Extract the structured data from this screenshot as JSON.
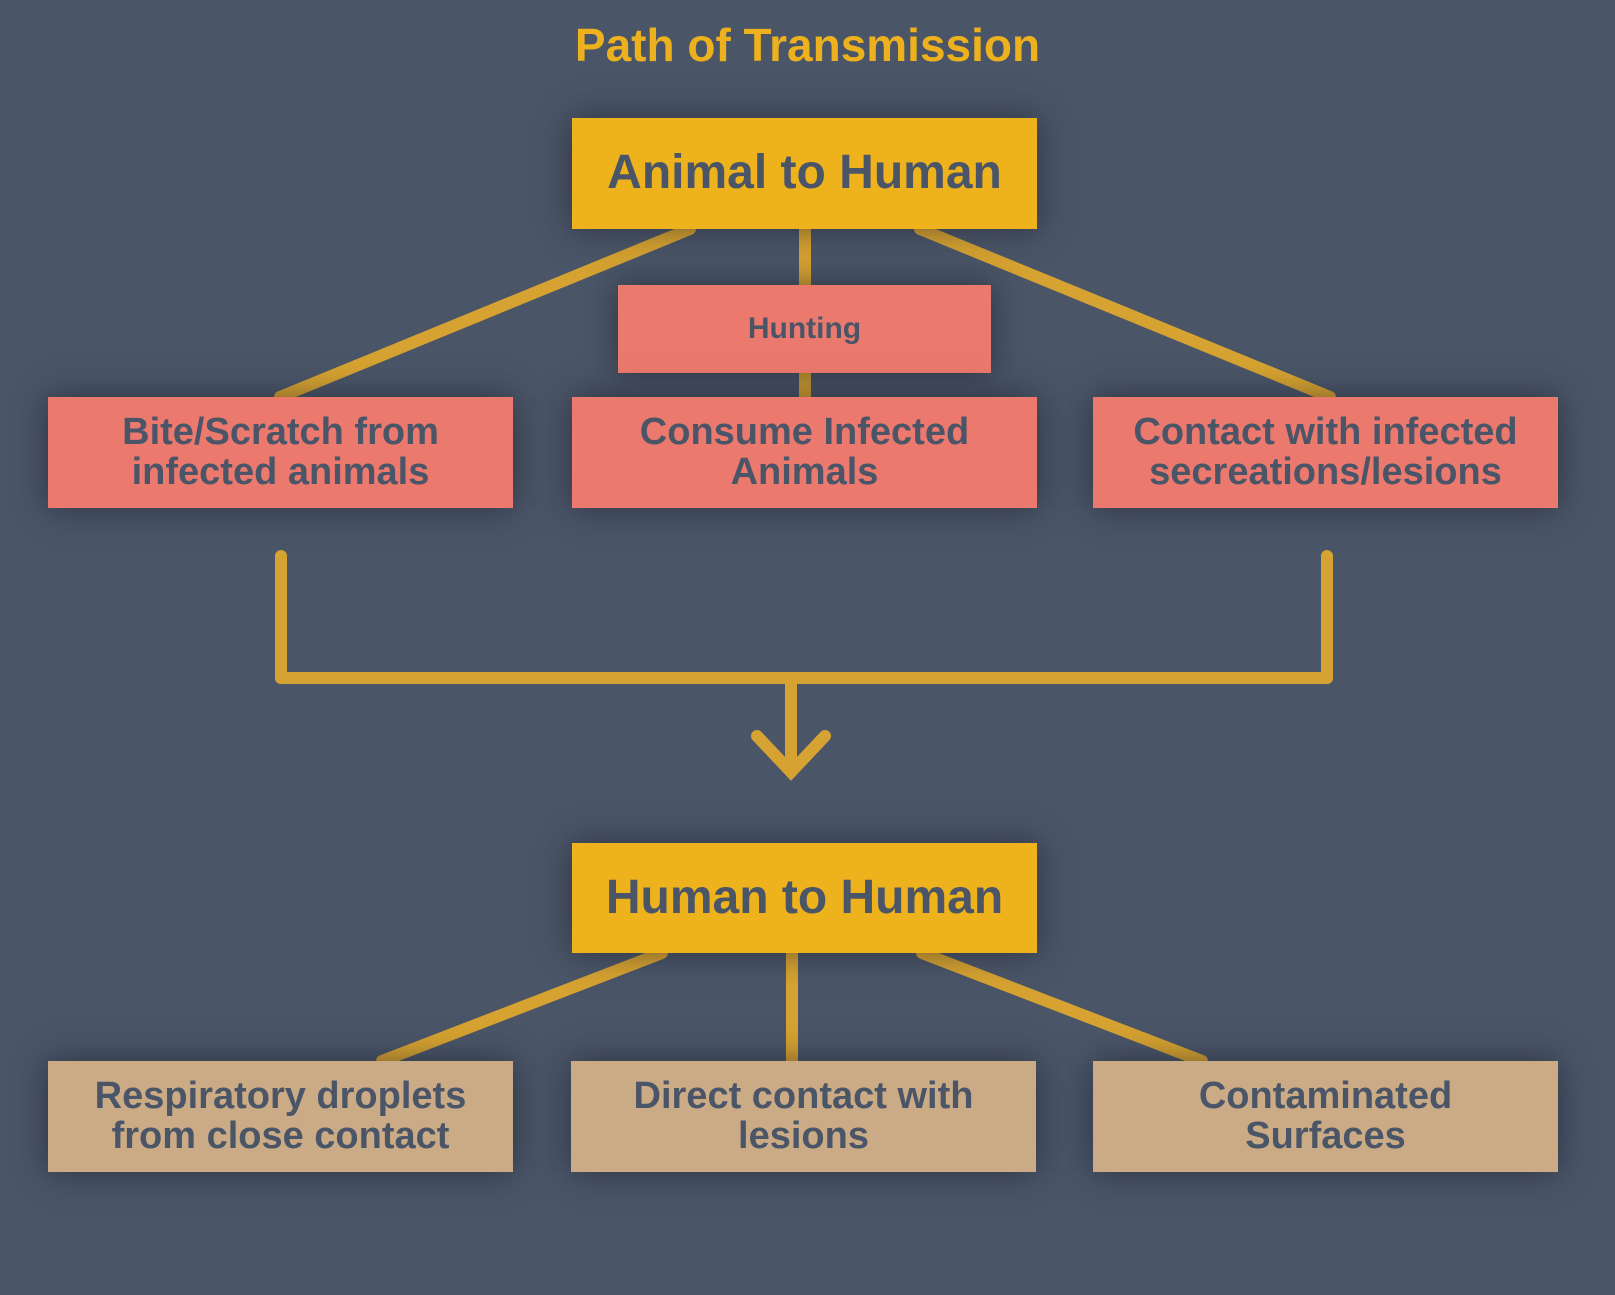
{
  "title": "Path of Transmission",
  "animal_to_human": {
    "label": "Animal to Human",
    "intermediate": "Hunting",
    "routes": [
      "Bite/Scratch from infected animals",
      "Consume Infected Animals",
      "Contact with infected secreations/lesions"
    ]
  },
  "human_to_human": {
    "label": "Human to Human",
    "routes": [
      "Respiratory droplets from close contact",
      "Direct contact with lesions",
      "Contaminated Surfaces"
    ]
  },
  "colors": {
    "background": "#4a5568",
    "accent": "#edb21c",
    "animal_route": "#ec796e",
    "human_route": "#cbab85",
    "connector": "#d4a030"
  }
}
